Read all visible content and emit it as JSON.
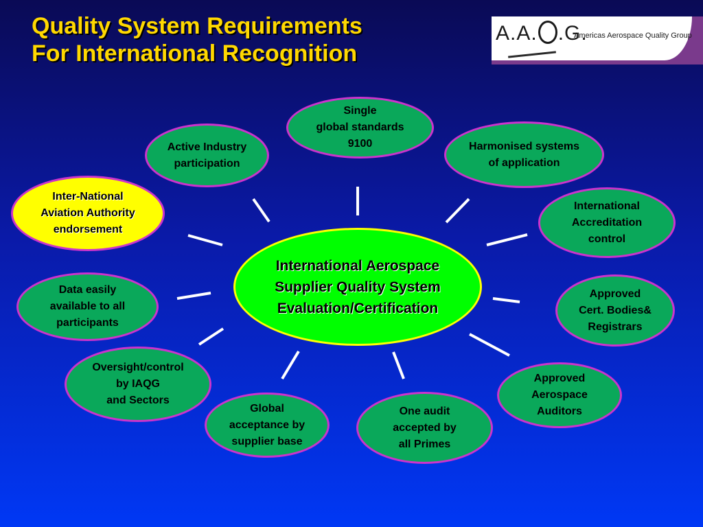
{
  "title": {
    "line1": "Quality System Requirements",
    "line2": "For International Recognition"
  },
  "logo": {
    "mark": "A.A.Q.G.",
    "name": "Americas Aerospace Quality Group"
  },
  "center": {
    "text": "International Aerospace\nSupplier Quality System\nEvaluation/Certification"
  },
  "nodes": [
    {
      "id": "single-global-standards",
      "text": "Single\nglobal standards\n9100"
    },
    {
      "id": "harmonised-systems",
      "text": "Harmonised systems\nof application"
    },
    {
      "id": "international-accreditation",
      "text": "International\nAccreditation\ncontrol"
    },
    {
      "id": "approved-cert-bodies",
      "text": "Approved\nCert. Bodies&\nRegistrars"
    },
    {
      "id": "approved-aerospace-auditors",
      "text": "Approved\nAerospace\nAuditors"
    },
    {
      "id": "one-audit",
      "text": "One audit\naccepted by\nall Primes"
    },
    {
      "id": "global-acceptance",
      "text": "Global\nacceptance by\nsupplier base"
    },
    {
      "id": "oversight-control",
      "text": "Oversight/control\nby IAQG\nand Sectors"
    },
    {
      "id": "data-easily-available",
      "text": "Data easily\navailable to all\nparticipants"
    },
    {
      "id": "inter-national-aviation",
      "text": "Inter-National\nAviation Authority\nendorsement"
    },
    {
      "id": "active-industry",
      "text": "Active Industry\nparticipation"
    }
  ],
  "colors": {
    "title": "#ffd800",
    "node_fill": "#0aa85a",
    "node_border": "#cc33cc",
    "highlight_fill": "#ffff00",
    "center_fill": "#00ff00",
    "center_border": "#ffff00",
    "rays": "#ffffff"
  }
}
